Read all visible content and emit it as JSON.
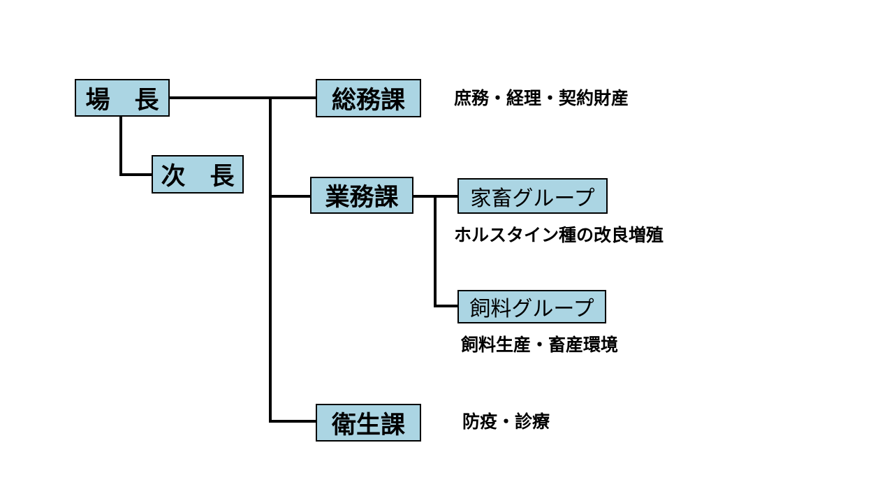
{
  "diagram": {
    "title_semantic": "organization-chart",
    "colors": {
      "background": "#ffffff",
      "box_fill": "#abd5e3",
      "box_border": "#000000",
      "line": "#000000",
      "text": "#000000"
    },
    "nodes": {
      "director": {
        "label": "場　長"
      },
      "deputy_director": {
        "label": "次　長"
      },
      "general_affairs": {
        "label": "総務課"
      },
      "operations": {
        "label": "業務課"
      },
      "livestock_group": {
        "label": "家畜グループ"
      },
      "feed_group": {
        "label": "飼料グループ"
      },
      "hygiene": {
        "label": "衛生課"
      }
    },
    "notes": {
      "general_affairs": "庶務・経理・契約財産",
      "livestock_group": "ホルスタイン種の改良増殖",
      "feed_group": "飼料生産・畜産環境",
      "hygiene": "防疫・診療"
    }
  }
}
